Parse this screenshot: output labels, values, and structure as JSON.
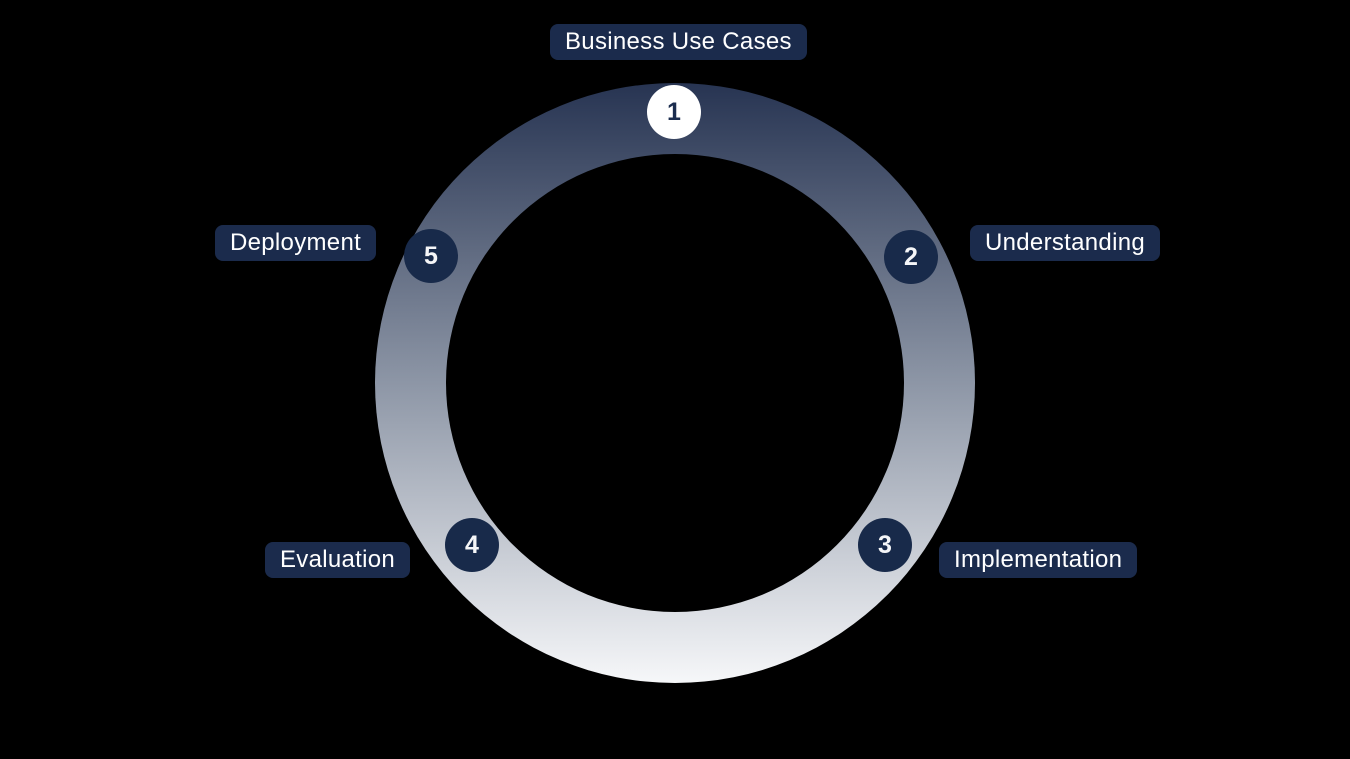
{
  "diagram": {
    "type": "process-cycle",
    "background_color": "#000000",
    "ring": {
      "gradient_top_color": "#273452",
      "gradient_middle_color": "#8d96a6",
      "gradient_bottom_color": "#f6f7f9"
    },
    "marker_colors": {
      "active_fill": "#ffffff",
      "active_text": "#1b2d4f",
      "default_fill": "#182a4a",
      "default_text": "#ffffff"
    },
    "label_style": {
      "background": "#1b2b4c",
      "text_color": "#ffffff"
    },
    "stages": [
      {
        "number": "1",
        "label": "Business Use Cases"
      },
      {
        "number": "2",
        "label": "Understanding"
      },
      {
        "number": "3",
        "label": "Implementation"
      },
      {
        "number": "4",
        "label": "Evaluation"
      },
      {
        "number": "5",
        "label": "Deployment"
      }
    ]
  }
}
